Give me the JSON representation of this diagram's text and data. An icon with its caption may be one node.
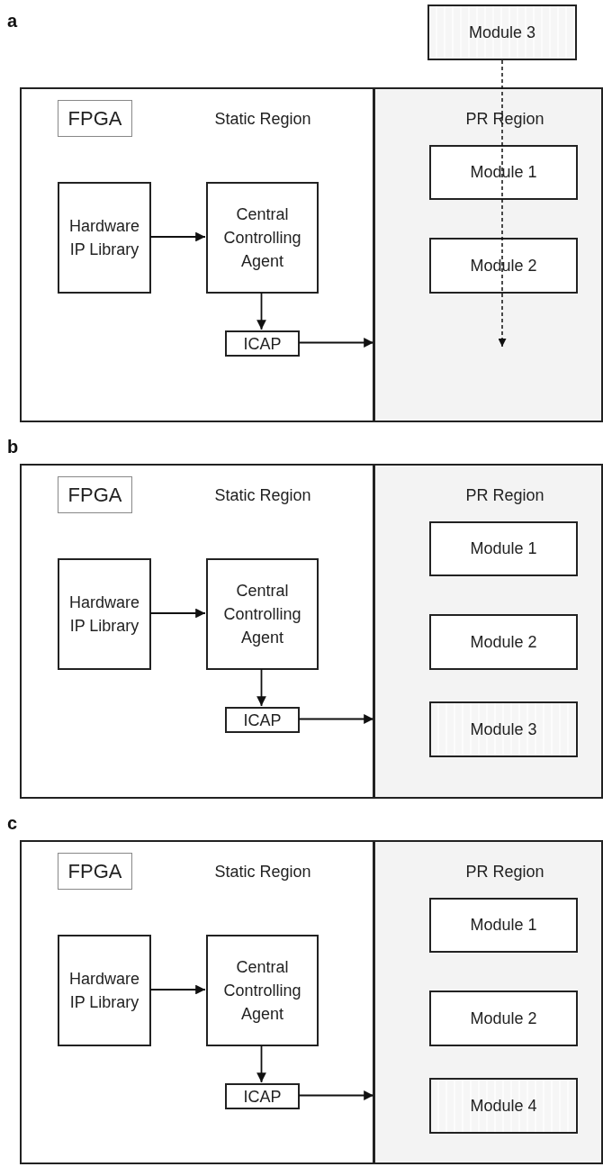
{
  "diagram": {
    "nodes": [
      {
        "text": [
          "Static Region"
        ]
      },
      {
        "text": [
          "FPGA"
        ],
        "in": 0
      },
      {
        "text": [
          "Hardware IP Library"
        ],
        "in": 0
      },
      {
        "text": [
          "Central Controlling Agent"
        ],
        "in": 0
      },
      {
        "text": [
          "ICAP"
        ],
        "in": 0
      },
      {
        "text": [
          "PR Region"
        ]
      },
      {
        "text": [
          "Module 1"
        ],
        "in": 5
      },
      {
        "text": [
          "Module 2"
        ],
        "in": 5
      },
      {
        "text": [
          "Module 3"
        ]
      },
      {
        "text": [
          "Static Region"
        ]
      },
      {
        "text": [
          "FPGA"
        ],
        "in": 9
      },
      {
        "text": [
          "Hardware IP Library"
        ],
        "in": 9
      },
      {
        "text": [
          "Central Controlling Agent"
        ],
        "in": 9
      },
      {
        "text": [
          "ICAP"
        ],
        "in": 9
      },
      {
        "text": [
          "PR Region"
        ]
      },
      {
        "text": [
          "Module 1"
        ],
        "in": 14
      },
      {
        "text": [
          "Module 2"
        ],
        "in": 14
      },
      {
        "text": [
          "Module 3"
        ],
        "in": 14
      },
      {
        "text": [
          "Static Region"
        ]
      },
      {
        "text": [
          "FPGA"
        ],
        "in": 18
      },
      {
        "text": [
          "Hardware IP Library"
        ],
        "in": 18
      },
      {
        "text": [
          "Central Controlling Agent"
        ],
        "in": 18
      },
      {
        "text": [
          "ICAP"
        ],
        "in": 18
      },
      {
        "text": [
          "PR Region"
        ]
      },
      {
        "text": [
          "Module 1"
        ],
        "in": 23
      },
      {
        "text": [
          "Module 2"
        ],
        "in": 23
      },
      {
        "text": [
          "Module 4"
        ],
        "in": 23
      }
    ],
    "edges": [
      {
        "from": 2,
        "to": 3,
        "arrow": "to"
      },
      {
        "from": 3,
        "to": 4,
        "arrow": "to"
      },
      {
        "from": 4,
        "to": 5,
        "arrow": "to"
      },
      {
        "from": 8,
        "to": null,
        "arrow": "to",
        "style": "dashed"
      },
      {
        "from": 11,
        "to": 12,
        "arrow": "to"
      },
      {
        "from": 12,
        "to": 13,
        "arrow": "to"
      },
      {
        "from": 13,
        "to": 14,
        "arrow": "to"
      },
      {
        "from": 20,
        "to": 21,
        "arrow": "to"
      },
      {
        "from": 21,
        "to": 22,
        "arrow": "to"
      },
      {
        "from": 22,
        "to": 23,
        "arrow": "to"
      }
    ],
    "labels": [
      "a",
      "b",
      "c"
    ]
  }
}
